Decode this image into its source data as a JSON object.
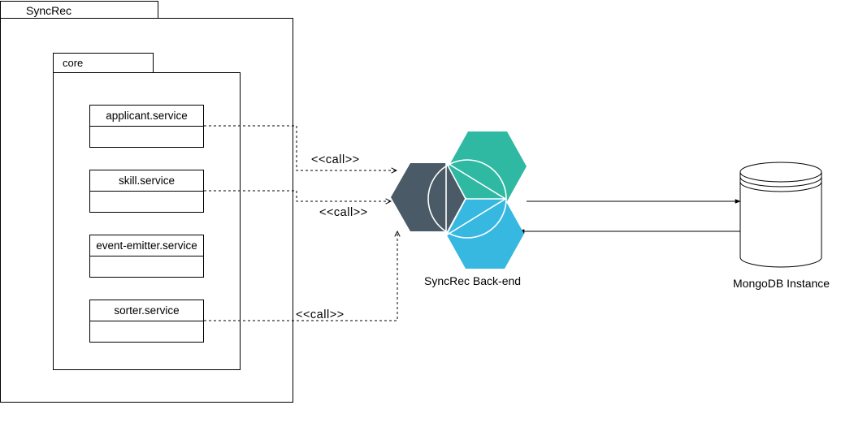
{
  "package": {
    "title": "SyncRec"
  },
  "inner_package": {
    "title": "core"
  },
  "services": [
    {
      "name": "applicant.service"
    },
    {
      "name": "skill.service"
    },
    {
      "name": "event-emitter.service"
    },
    {
      "name": "sorter.service"
    }
  ],
  "calls": [
    "<<call>>",
    "<<call>>",
    "<<call>>"
  ],
  "backend": {
    "label": "SyncRec Back-end"
  },
  "database": {
    "label": "MongoDB Instance"
  },
  "colors": {
    "hex_dark": "#4a5a66",
    "hex_teal": "#2fb9a3",
    "hex_blue": "#37b8e0",
    "line": "#000000"
  }
}
